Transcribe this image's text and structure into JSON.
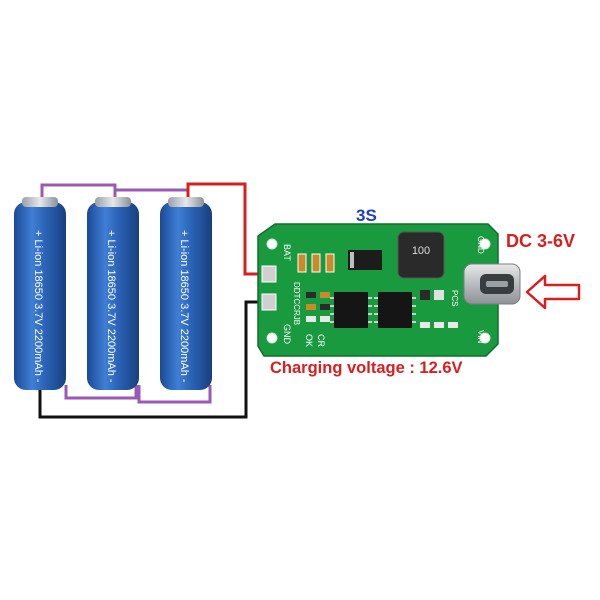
{
  "labels": {
    "cell_count": "3S",
    "input_voltage": "DC 3-6V",
    "charging_voltage": "Charging voltage : 12.6V"
  },
  "battery": {
    "print": "+ Li-ion 18650 3.7V 2200mAh -"
  },
  "board": {
    "silk_bat": "BAT",
    "silk_gnd_top": "GND",
    "silk_gnd_bottom": "GND",
    "silk_ce": "DDTCCRJB",
    "silk_ok": "OK",
    "silk_cr": "CR",
    "silk_pcs": "PCS",
    "silk_vin": "VIN",
    "inductor_code": "100"
  },
  "colors": {
    "battery_blue": "#2a63b8",
    "pcb_green": "#1a9a3f",
    "wire_purple": "#9b59b6",
    "wire_red": "#d42020",
    "wire_black": "#111111",
    "label_blue": "#1f3fbf",
    "label_red": "#d61f1f"
  }
}
